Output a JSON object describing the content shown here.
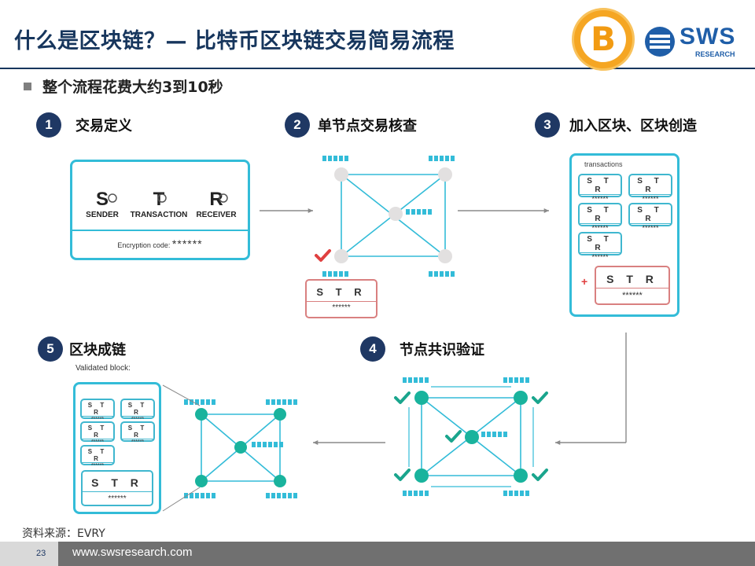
{
  "header": {
    "title": "什么是区块链？— 比特币区块链交易简易流程",
    "bullet": "整个流程花费大约3到10秒",
    "btc_symbol": "B",
    "brand": "SWS",
    "brand_sub": "RESEARCH"
  },
  "steps": [
    {
      "num": "1",
      "label": "交易定义"
    },
    {
      "num": "2",
      "label": "单节点交易核查"
    },
    {
      "num": "3",
      "label": "加入区块、区块创造"
    },
    {
      "num": "4",
      "label": "节点共识验证"
    },
    {
      "num": "5",
      "label": "区块成链"
    }
  ],
  "transaction_card": {
    "sender_letter": "S",
    "sender_label": "SENDER",
    "transaction_letter": "T",
    "transaction_label": "TRANSACTION",
    "receiver_letter": "R",
    "receiver_label": "RECEIVER",
    "encryption_label": "Encryption code:",
    "encryption_value": "******"
  },
  "str_token": {
    "letters": "S T R",
    "stars": "******"
  },
  "block_card": {
    "heading": "transactions",
    "plus": "+"
  },
  "validated": {
    "heading": "Validated block:"
  },
  "footer": {
    "source": "资料来源：EVRY",
    "page": "23",
    "url": "www.swsresearch.com"
  },
  "colors": {
    "title": "#17365d",
    "step_circle": "#1f3864",
    "cyan": "#33bcd8",
    "node_teal": "#19b39d",
    "node_grey": "#e2e0e0",
    "check_red": "#e04040",
    "check_teal": "#1aa58d"
  }
}
